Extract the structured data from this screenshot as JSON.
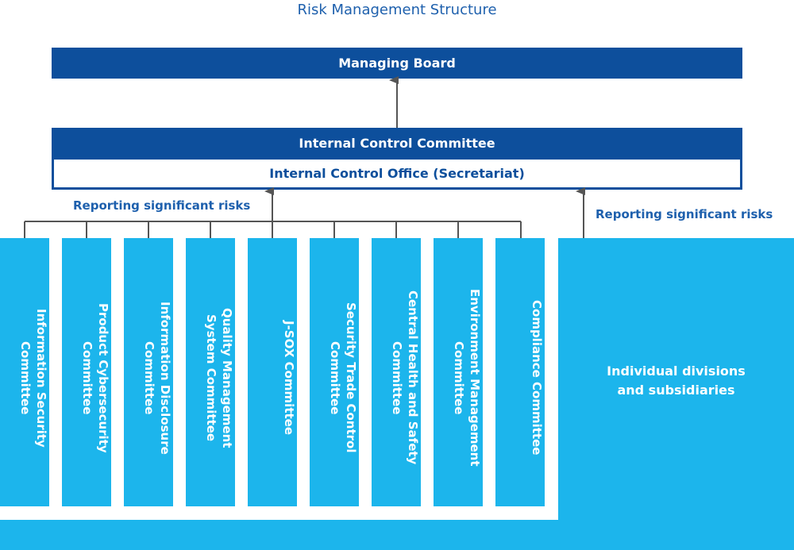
{
  "title": "Risk Management Structure",
  "managing_board": "Managing Board",
  "internal_control_committee": "Internal Control Committee",
  "internal_control_office": "Internal Control Office (Secretariat)",
  "reporting_left": "Reporting significant risks",
  "reporting_right": "Reporting significant risks",
  "committees": [
    {
      "line1": "Information Security",
      "line2": "Committee"
    },
    {
      "line1": "Product Cybersecurity",
      "line2": "Committee"
    },
    {
      "line1": "Information Disclosure",
      "line2": "Committee"
    },
    {
      "line1": "Quality Management",
      "line2": "System Committee"
    },
    {
      "line1": "J-SOX Committee",
      "line2": ""
    },
    {
      "line1": "Security Trade Control",
      "line2": "Committee"
    },
    {
      "line1": "Central Health and Safety",
      "line2": "Committee"
    },
    {
      "line1": "Environment Management",
      "line2": "Committee"
    },
    {
      "line1": "Compliance Committee",
      "line2": ""
    }
  ],
  "divisions": {
    "line1": "Individual divisions",
    "line2": "and subsidiaries"
  },
  "colors": {
    "dark_blue": "#0d4f9c",
    "cyan": "#1cb5ec",
    "text_blue": "#1e60ad",
    "arrow_gray": "#555555"
  }
}
